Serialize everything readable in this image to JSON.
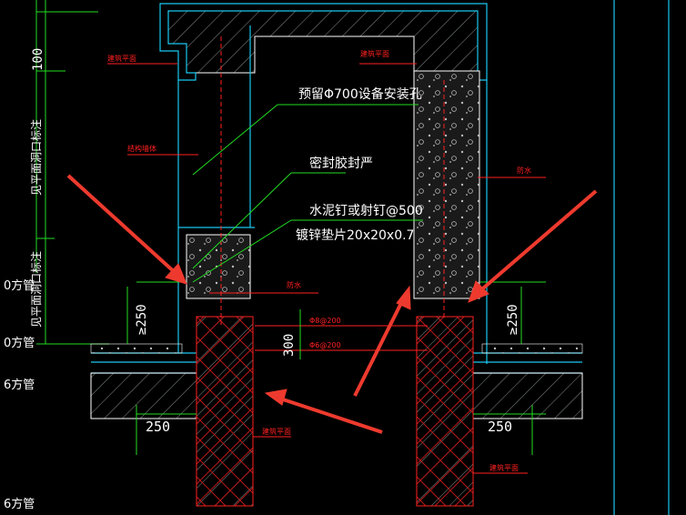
{
  "annotations": {
    "opening_note": "预留Φ700设备安装孔",
    "sealant_note": "密封胶封严",
    "nail_note": "水泥钉或射钉@500",
    "washer_note": "镀锌垫片20x20x0.7",
    "left_edge_1": "0方管",
    "left_edge_2": "0方管",
    "left_edge_3": "6方管",
    "left_edge_4": "6方管",
    "vertical_label_1": "见平面洞口标注",
    "vertical_label_2": "见平面洞口标注"
  },
  "dimensions": {
    "d_100": "100",
    "d_250_left": "≥250",
    "d_250_right": "≥250",
    "d_300": "300",
    "d_250_bottom_left": "250",
    "d_250_bottom_right": "250"
  },
  "red_labels": {
    "top_left": "建筑平面",
    "top_mid": "建筑平面",
    "left_mid": "结构墙体",
    "right_mid": "防水",
    "mid_small": "防水",
    "rebar_1": "Φ8@200",
    "rebar_2": "Φ6@200",
    "bottom_mid": "建筑平面",
    "bottom_right": "建筑平面"
  },
  "colors": {
    "background": "#000000",
    "line_white": "#ffffff",
    "line_cyan": "#19c8f0",
    "line_green": "#22dd22",
    "line_red": "#ff2020",
    "arrow_red": "#ee3a2e",
    "hatch_gray": "#9aa0a0"
  }
}
